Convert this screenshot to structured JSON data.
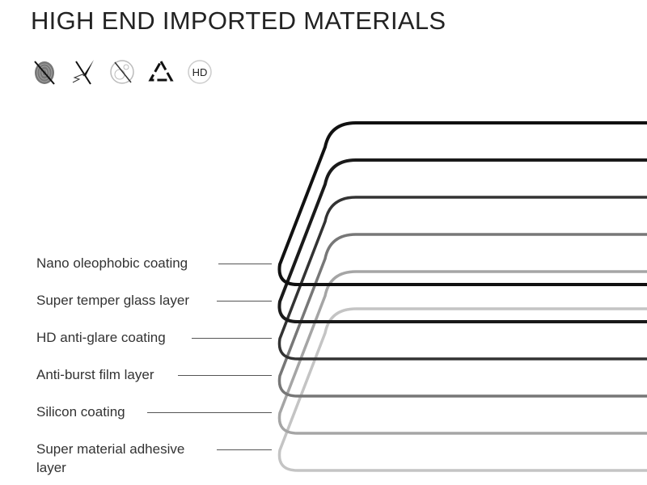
{
  "title": "HIGH END IMPORTED MATERIALS",
  "icons": [
    "anti-fingerprint-icon",
    "anti-scratch-icon",
    "anti-bubble-icon",
    "recyclable-icon",
    "hd-icon"
  ],
  "hd_icon_text": "HD",
  "layers": [
    {
      "label": "Nano oleophobic coating",
      "color": "#111111"
    },
    {
      "label": "Super temper glass layer",
      "color": "#1a1a1a"
    },
    {
      "label": "HD anti-glare coating",
      "color": "#333333"
    },
    {
      "label": "Anti-burst film layer",
      "color": "#777777"
    },
    {
      "label": "Silicon coating",
      "color": "#a5a5a5"
    },
    {
      "label": "Super material adhesive layer",
      "color": "#c4c4c4"
    }
  ]
}
